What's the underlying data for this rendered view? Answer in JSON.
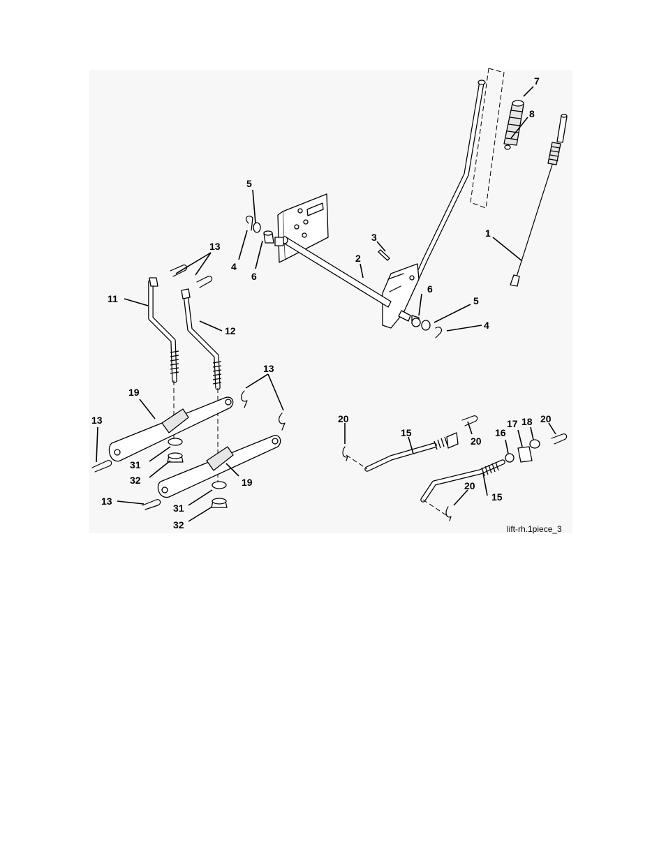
{
  "figure": {
    "caption": "lift-rh.1piece_3",
    "callouts": {
      "c1": "1",
      "c2": "2",
      "c3": "3",
      "c4a": "4",
      "c4b": "4",
      "c5a": "5",
      "c5b": "5",
      "c6a": "6",
      "c6b": "6",
      "c7": "7",
      "c8": "8",
      "c11": "11",
      "c12": "12",
      "c13a": "13",
      "c13b": "13",
      "c13c": "13",
      "c13d": "13",
      "c15a": "15",
      "c15b": "15",
      "c16": "16",
      "c17": "17",
      "c18": "18",
      "c19a": "19",
      "c19b": "19",
      "c20a": "20",
      "c20b": "20",
      "c20c": "20",
      "c20d": "20",
      "c31a": "31",
      "c31b": "31",
      "c32a": "32",
      "c32b": "32"
    }
  }
}
